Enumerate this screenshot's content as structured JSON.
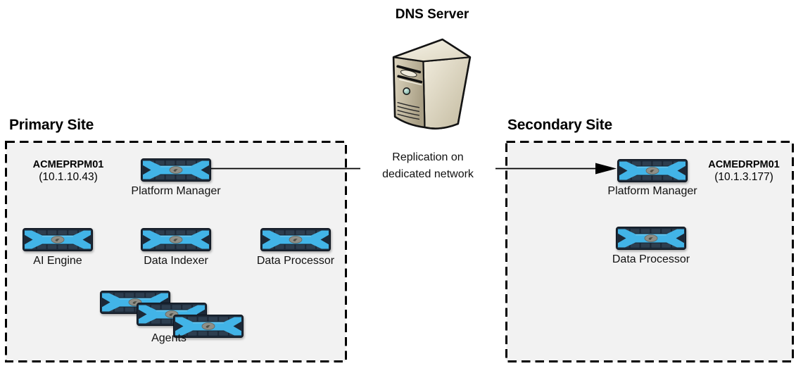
{
  "diagram": {
    "dns_server": {
      "label": "DNS Server"
    },
    "replication_link": {
      "line1": "Replication on",
      "line2": "dedicated network"
    },
    "primary_site": {
      "title": "Primary Site",
      "host_name": "ACMEPRPM01",
      "host_ip": "(10.1.10.43)",
      "platform_manager_label": "Platform Manager",
      "ai_engine_label": "AI Engine",
      "data_indexer_label": "Data Indexer",
      "data_processor_label": "Data Processor",
      "agents_label": "Agents"
    },
    "secondary_site": {
      "title": "Secondary Site",
      "host_name": "ACMEDRPM01",
      "host_ip": "(10.1.3.177)",
      "platform_manager_label": "Platform Manager",
      "data_processor_label": "Data Processor"
    },
    "colors": {
      "appliance_blue": "#42b4e7",
      "appliance_dark": "#1c2836",
      "site_box_fill": "#f2f2f2",
      "site_box_border": "#000000",
      "server_beige": "#d8d0b8",
      "arrow": "#000000"
    }
  }
}
